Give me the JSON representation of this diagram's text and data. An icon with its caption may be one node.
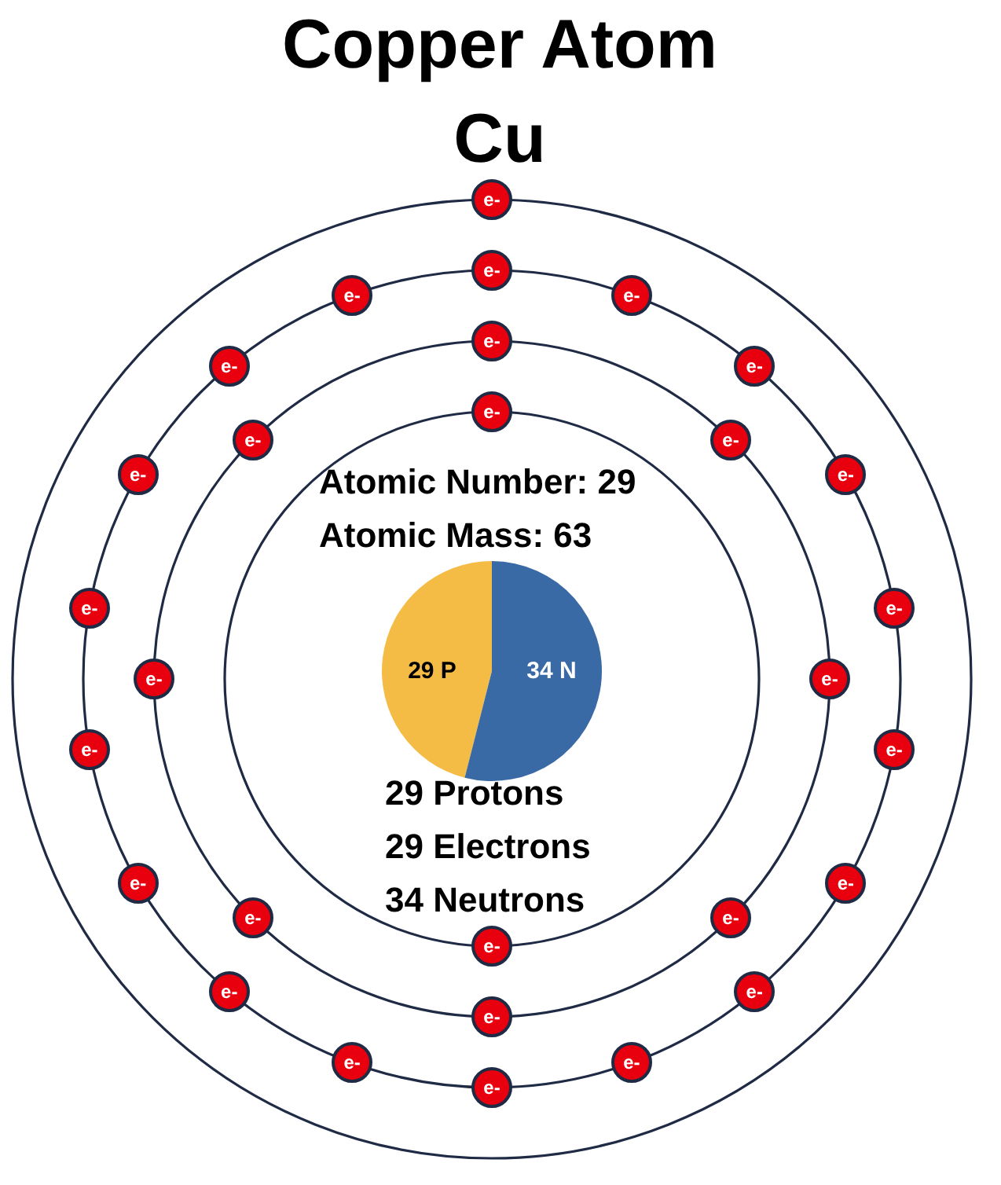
{
  "diagram": {
    "nodes": [
      {
        "text": [
          "e-"
        ]
      },
      {
        "text": [
          "e-"
        ]
      },
      {
        "text": [
          "e-"
        ]
      },
      {
        "text": [
          "e-"
        ]
      },
      {
        "text": [
          "e-"
        ]
      },
      {
        "text": [
          "e-"
        ]
      },
      {
        "text": [
          "e-"
        ]
      },
      {
        "text": [
          "e-"
        ]
      },
      {
        "text": [
          "e-"
        ]
      },
      {
        "text": [
          "e-"
        ]
      },
      {
        "text": [
          "e-"
        ]
      },
      {
        "text": [
          "e-"
        ]
      },
      {
        "text": [
          "e-"
        ]
      },
      {
        "text": [
          "e-"
        ]
      },
      {
        "text": [
          "e-"
        ]
      },
      {
        "text": [
          "e-"
        ]
      },
      {
        "text": [
          "e-"
        ]
      },
      {
        "text": [
          "e-"
        ]
      },
      {
        "text": [
          "e-"
        ]
      },
      {
        "text": [
          "e-"
        ]
      },
      {
        "text": [
          "e-"
        ]
      },
      {
        "text": [
          "e-"
        ]
      },
      {
        "text": [
          "e-"
        ]
      },
      {
        "text": [
          "e-"
        ]
      },
      {
        "text": [
          "e-"
        ]
      },
      {
        "text": [
          "e-"
        ]
      },
      {
        "text": [
          "e-"
        ]
      },
      {
        "text": [
          "e-"
        ]
      },
      {
        "text": [
          "e-"
        ]
      }
    ],
    "labels": [
      "Copper Atom",
      "Cu",
      "Atomic Number: 29",
      "Atomic Mass: 63",
      "29 Protons",
      "29 Electrons",
      "34 Neutrons"
    ],
    "chart_data": {
      "type": "pie",
      "categories": [
        "29 P",
        "34 N"
      ],
      "values": [
        29,
        34
      ]
    }
  }
}
